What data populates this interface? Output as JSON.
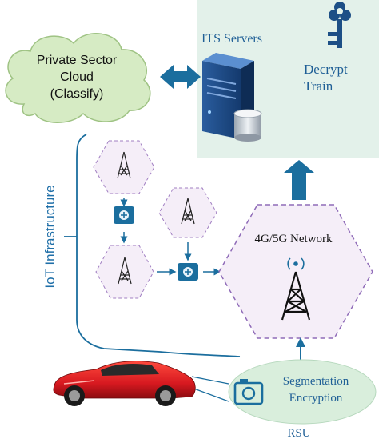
{
  "cloud": {
    "line1": "Private Sector",
    "line2": "Cloud",
    "line3": "(Classify)"
  },
  "servers": {
    "label": "ITS Servers",
    "decrypt_line1": "Decrypt",
    "decrypt_line2": "Train"
  },
  "iot": {
    "label": "IoT Infrastructure"
  },
  "network": {
    "label": "4G/5G Network"
  },
  "rsu": {
    "line1": "Segmentation",
    "line2": "Encryption",
    "caption": "RSU"
  },
  "icons": [
    "cloud-icon",
    "server-icon",
    "database-icon",
    "key-icon",
    "cell-tower-icon",
    "router-icon",
    "camera-icon",
    "car-icon",
    "wireless-signal-icon"
  ],
  "colors": {
    "server_box": "#e3f1ea",
    "cloud_fill": "#d6ebc4",
    "arrow": "#1b6e9e",
    "hex_border": "#a17fc2",
    "text_blue": "#1f6fa8",
    "rsu_fill": "#d9eedc",
    "car": "#d71920"
  }
}
